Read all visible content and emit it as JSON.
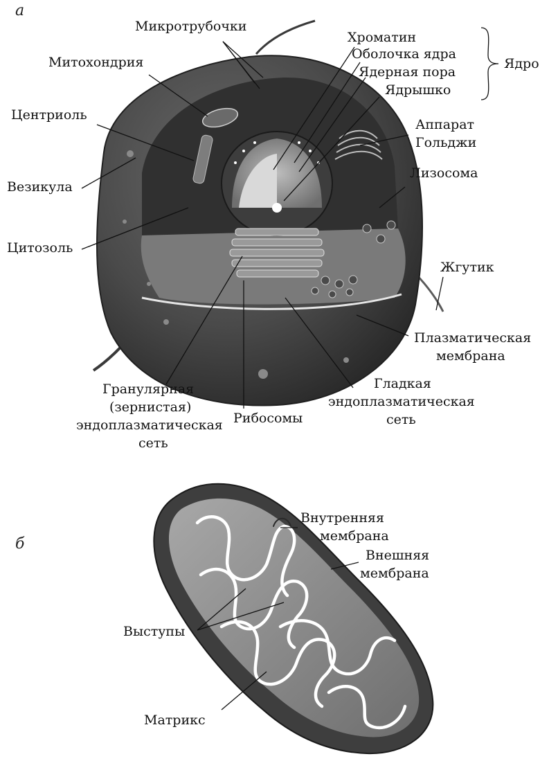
{
  "panel_a": {
    "letter": "а",
    "labels": {
      "mikrotrubochki": "Микротрубочки",
      "mitokhondriya": "Митохондрия",
      "tsentriol": "Центриоль",
      "vezikula": "Везикула",
      "tsitozol": "Цитозоль",
      "khromatin": "Хроматин",
      "obolochka": "Оболочка ядра",
      "yadernaya_pora": "Ядерная пора",
      "yadryshko": "Ядрышко",
      "yadro": "Ядро",
      "apparat_line1": "Аппарат",
      "apparat_line2": "Гольджи",
      "lizosoma": "Лизосома",
      "zhgutik": "Жгутик",
      "plazm_line1": "Плазматическая",
      "plazm_line2": "мембрана",
      "gran_line1": "Гранулярная",
      "gran_line2": "(зернистая)",
      "gran_line3": "эндоплазматическая",
      "gran_line4": "сеть",
      "ribosomy": "Рибосомы",
      "gladk_line1": "Гладкая",
      "gladk_line2": "эндоплазматическая",
      "gladk_line3": "сеть"
    }
  },
  "panel_b": {
    "letter": "б",
    "labels": {
      "vnutr_line1": "Внутренняя",
      "vnutr_line2": "мембрана",
      "vnesh_line1": "Внешняя",
      "vnesh_line2": "мембрана",
      "vystupy": "Выступы",
      "matriks": "Матрикс"
    }
  },
  "colors": {
    "cell_dark": "#2b2b2b",
    "cell_mid": "#5a5a5a",
    "cell_light": "#9a9a9a",
    "mito_fill": "#8c8c8c",
    "mito_outer": "#3a3a3a"
  }
}
